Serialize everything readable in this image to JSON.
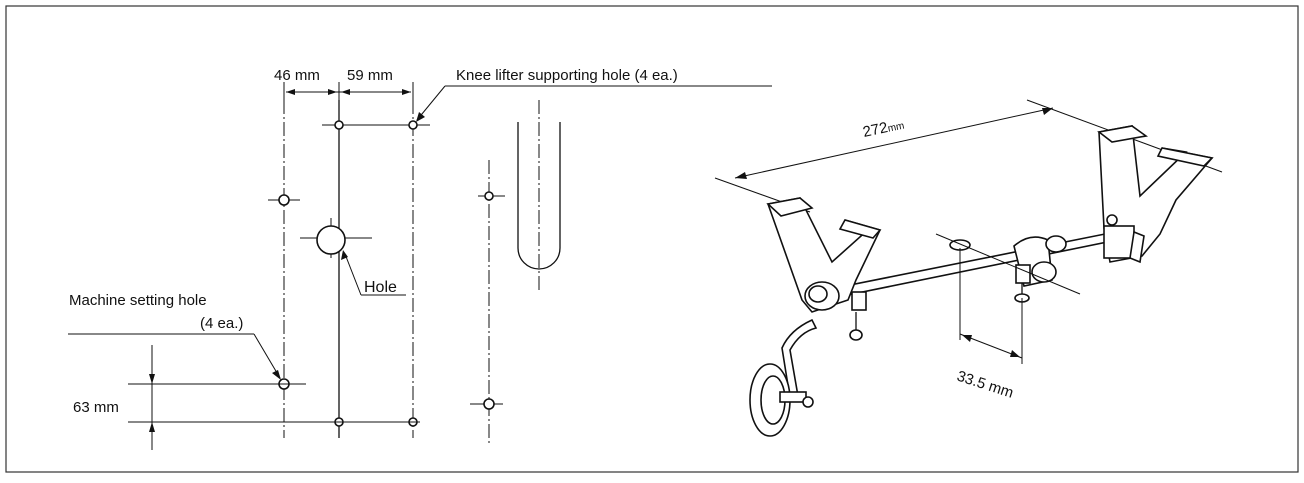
{
  "left_drawing": {
    "dim_46": "46 mm",
    "dim_59": "59 mm",
    "knee_lifter_label": "Knee lifter supporting hole (4 ea.)",
    "hole_label": "Hole",
    "machine_setting_label_line1": "Machine setting hole",
    "machine_setting_label_line2": "(4 ea.)",
    "dim_63": "63 mm"
  },
  "right_drawing": {
    "dim_272": "272",
    "dim_272_unit": "mm",
    "dim_33_5": "33.5 mm"
  },
  "colors": {
    "line": "#111111",
    "background": "#ffffff"
  }
}
